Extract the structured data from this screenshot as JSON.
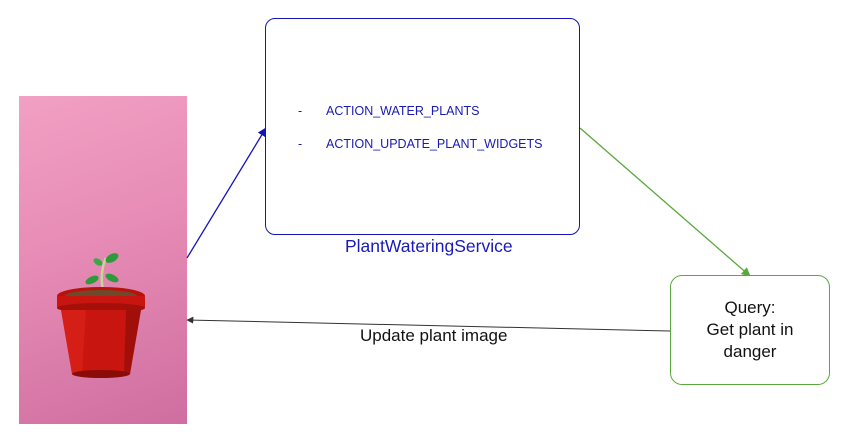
{
  "service": {
    "actions": [
      {
        "bullet": "-",
        "label": "ACTION_WATER_PLANTS"
      },
      {
        "bullet": "-",
        "label": "ACTION_UPDATE_PLANT_WIDGETS"
      }
    ],
    "name": "PlantWateringService"
  },
  "query": {
    "line1": "Query:",
    "line2": "Get plant in",
    "line3": "danger"
  },
  "edge": {
    "update_label": "Update plant image"
  },
  "colors": {
    "service_blue": "#1414b8",
    "query_green": "#5aa83c",
    "widget_pink": "#e68bb5",
    "pot_red": "#c8150f",
    "return_arrow": "#333333"
  }
}
